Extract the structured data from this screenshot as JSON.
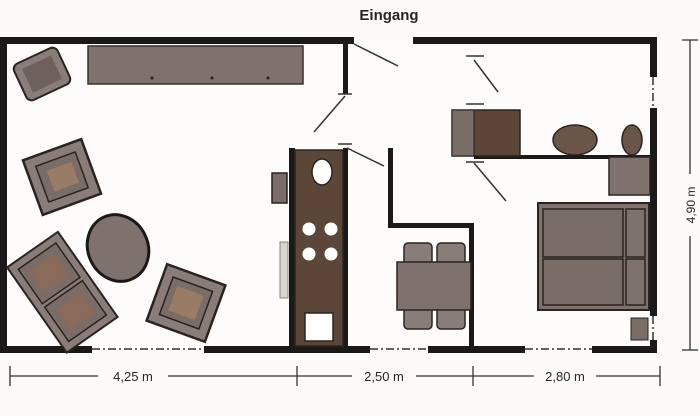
{
  "plan": {
    "entrance_label": "Eingang",
    "dimensions": {
      "width_left": "4,25 m",
      "width_middle": "2,50 m",
      "width_right": "2,80 m",
      "depth": "4,90 m"
    }
  },
  "colors": {
    "wall": "#1c1a18",
    "furniture": "#7a6b66",
    "furniture_dark": "#5a4a40",
    "kitchen": "#5c4638",
    "floor": "#fcfbf8",
    "line": "#3a302a"
  }
}
